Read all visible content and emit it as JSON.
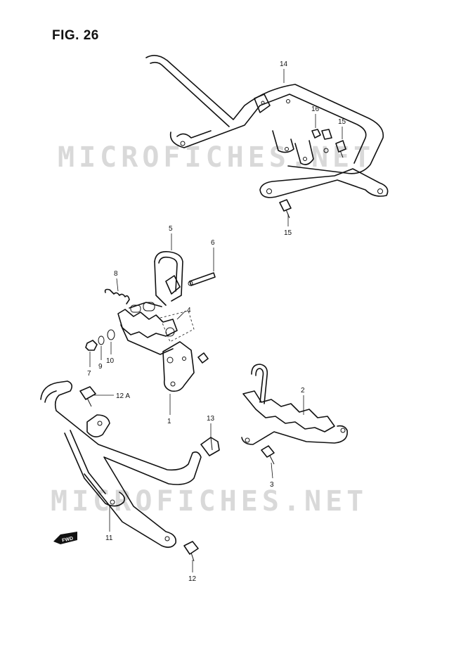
{
  "figure": {
    "title": "FIG. 26"
  },
  "watermark": {
    "text": "MICROFICHES.NET"
  },
  "fwd_label": "FWD",
  "callouts": [
    {
      "id": "c14",
      "label": "14"
    },
    {
      "id": "c16",
      "label": "16"
    },
    {
      "id": "c15a",
      "label": "15"
    },
    {
      "id": "c15b",
      "label": "15"
    },
    {
      "id": "c5",
      "label": "5"
    },
    {
      "id": "c6",
      "label": "6"
    },
    {
      "id": "c8",
      "label": "8"
    },
    {
      "id": "c4",
      "label": "4"
    },
    {
      "id": "c7",
      "label": "7"
    },
    {
      "id": "c9",
      "label": "9"
    },
    {
      "id": "c10",
      "label": "10"
    },
    {
      "id": "c12a",
      "label": "12 A"
    },
    {
      "id": "c1",
      "label": "1"
    },
    {
      "id": "c2",
      "label": "2"
    },
    {
      "id": "c13",
      "label": "13"
    },
    {
      "id": "c3",
      "label": "3"
    },
    {
      "id": "c11",
      "label": "11"
    },
    {
      "id": "c12",
      "label": "12"
    }
  ]
}
